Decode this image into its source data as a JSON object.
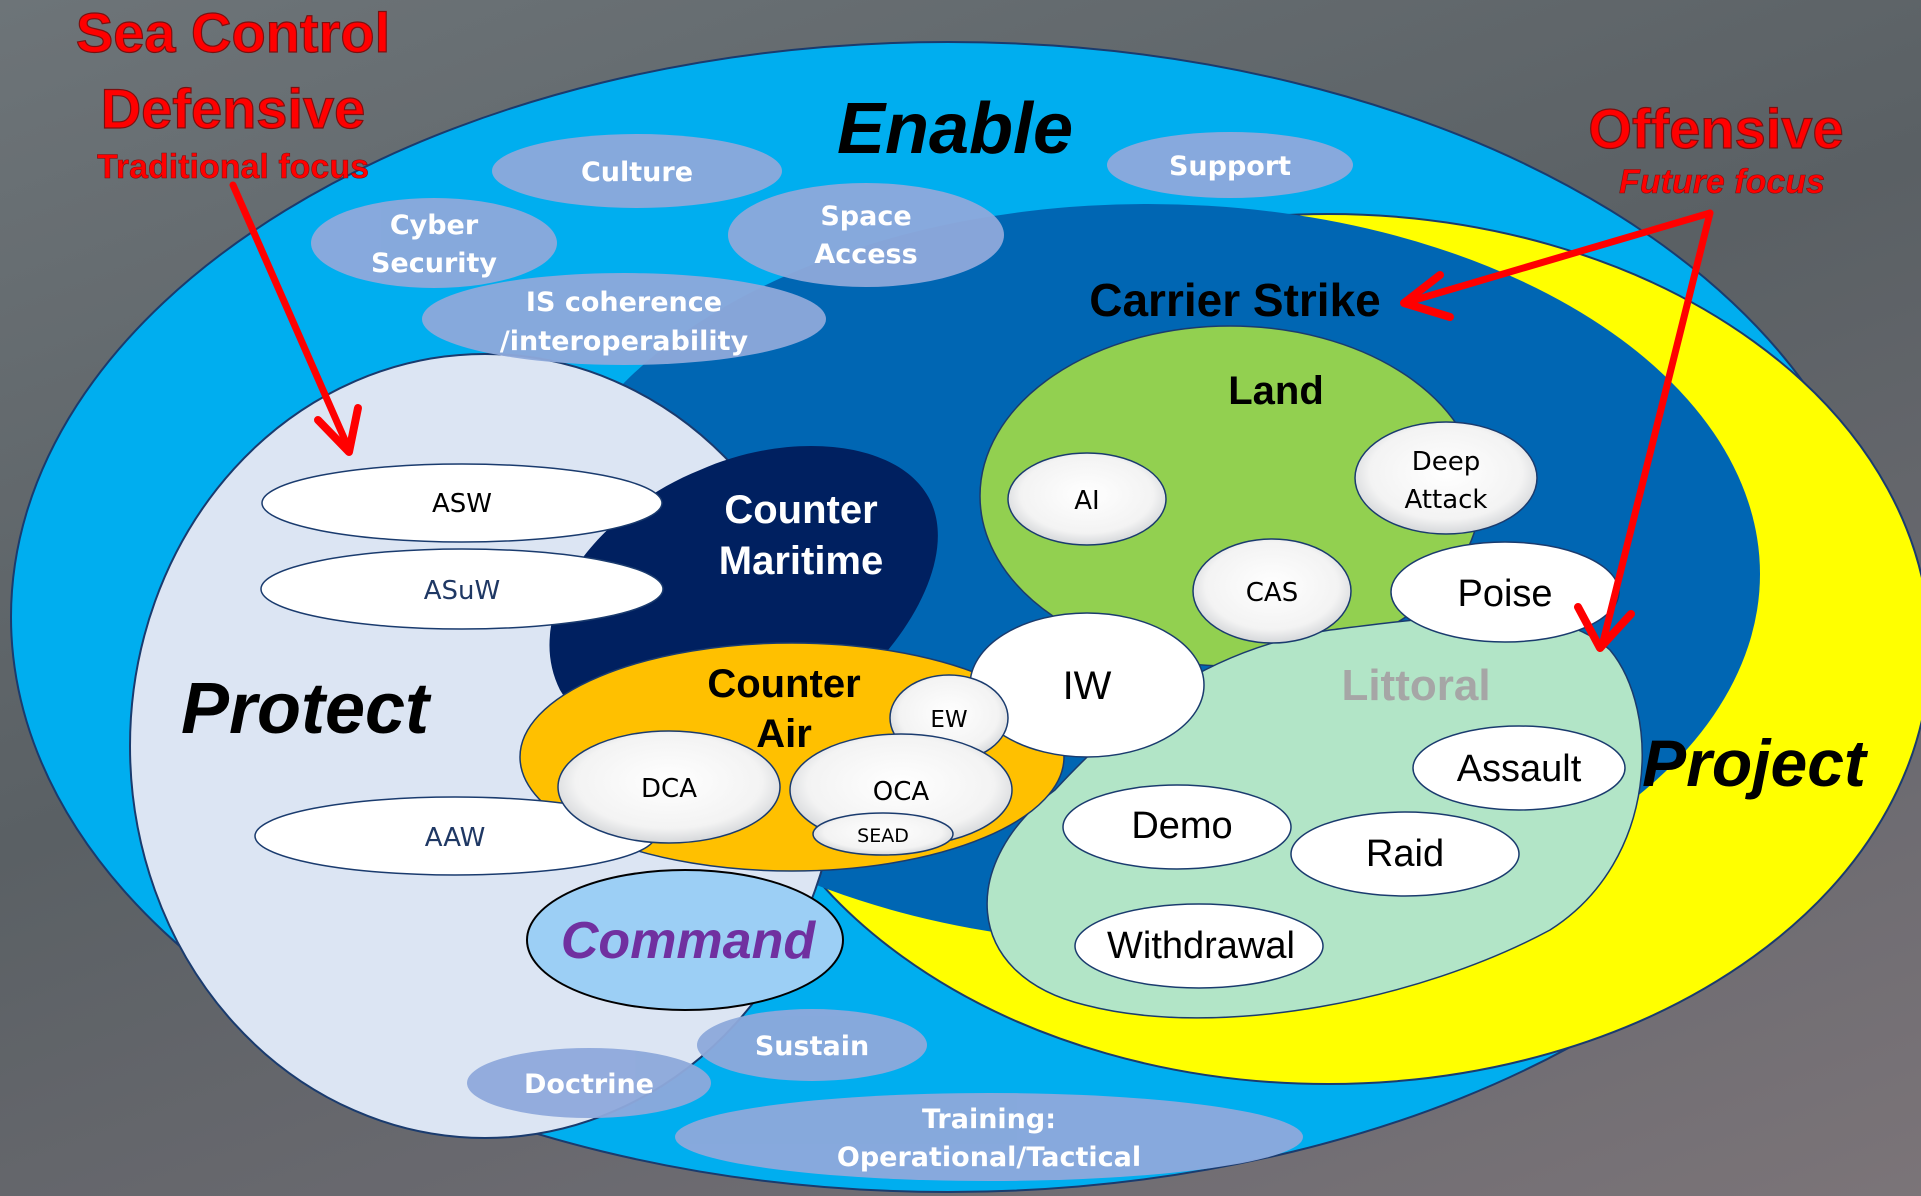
{
  "headings": {
    "sea_control": "Sea Control",
    "defensive": "Defensive",
    "traditional_focus": "Traditional focus",
    "offensive": "Offensive",
    "future_focus": "Future focus"
  },
  "areas": {
    "enable": "Enable",
    "protect": "Protect",
    "project": "Project",
    "carrier_strike": "Carrier Strike",
    "land": "Land",
    "counter_maritime_line1": "Counter",
    "counter_maritime_line2": "Maritime",
    "counter_air_line1": "Counter",
    "counter_air_line2": "Air",
    "littoral": "Littoral",
    "command": "Command"
  },
  "enablers": {
    "culture": "Culture",
    "support": "Support",
    "cyber_line1": "Cyber",
    "cyber_line2": "Security",
    "space_line1": "Space",
    "space_line2": "Access",
    "is_line1": "IS coherence",
    "is_line2": "/interoperability",
    "sustain": "Sustain",
    "doctrine": "Doctrine",
    "training_line1": "Training:",
    "training_line2": "Operational/Tactical"
  },
  "capabilities": {
    "asw": "ASW",
    "asuw": "ASuW",
    "aaw": "AAW",
    "ai": "AI",
    "deep_line1": "Deep",
    "deep_line2": "Attack",
    "cas": "CAS",
    "poise": "Poise",
    "iw": "IW",
    "ew": "EW",
    "dca": "DCA",
    "oca": "OCA",
    "sead": "SEAD",
    "assault": "Assault",
    "demo": "Demo",
    "raid": "Raid",
    "withdrawal": "Withdrawal"
  },
  "colors": {
    "enable_fill": "#00aeef",
    "project_fill": "#ffff00",
    "carrier_fill": "#0066b3",
    "land_fill": "#92d050",
    "counter_maritime_fill": "#002060",
    "counter_air_fill": "#ffc000",
    "littoral_fill": "#b2e5c7",
    "protect_fill": "#dce5f3",
    "command_fill": "#9ccff5",
    "command_text": "#7030a0",
    "enabler_fill": "#8ea9db",
    "alert_red": "#ff0000"
  }
}
